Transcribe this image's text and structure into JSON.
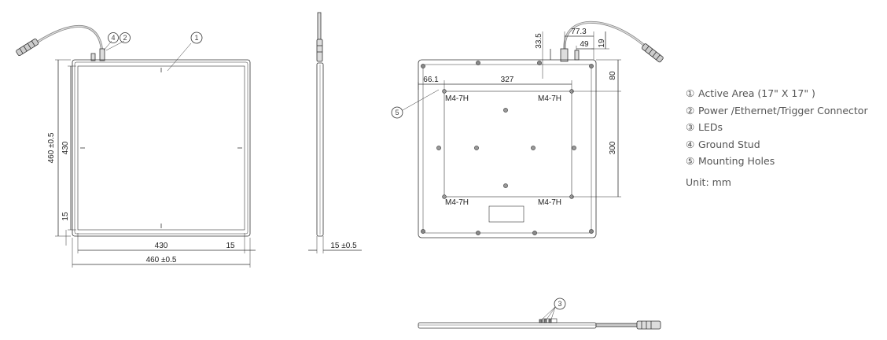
{
  "legend": {
    "items": [
      {
        "mark": "①",
        "text": "Active Area (17\" X 17\" )"
      },
      {
        "mark": "②",
        "text": "Power /Ethernet/Trigger Connector"
      },
      {
        "mark": "③",
        "text": "LEDs"
      },
      {
        "mark": "④",
        "text": "Ground Stud"
      },
      {
        "mark": "⑤",
        "text": "Mounting Holes"
      }
    ],
    "unit": "Unit: mm"
  },
  "front_view": {
    "dim_height": "460 ±0.5",
    "dim_active_height": "430",
    "dim_margin_bottom": "15",
    "dim_active_width": "430",
    "dim_margin_right": "15",
    "dim_width": "460 ±0.5",
    "callout_1": "1",
    "callout_2": "2",
    "callout_4": "4"
  },
  "side_view": {
    "dim_thickness": "15 ±0.5"
  },
  "back_view": {
    "dim_33_5": "33.5",
    "dim_77_3": "77.3",
    "dim_49": "49",
    "dim_19": "19",
    "dim_80": "80",
    "dim_66_1": "66.1",
    "dim_327": "327",
    "dim_300": "300",
    "hole_tl": "M4-7H",
    "hole_tr": "M4-7H",
    "hole_bl": "M4-7H",
    "hole_br": "M4-7H",
    "callout_5": "5"
  },
  "bottom_view": {
    "callout_3": "3"
  }
}
